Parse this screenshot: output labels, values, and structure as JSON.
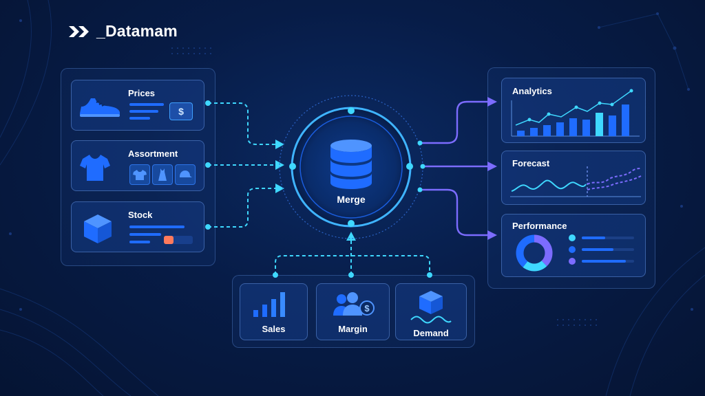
{
  "brand": {
    "name": "_Datamam",
    "icon": "double-chevron-icon"
  },
  "center": {
    "label": "Merge",
    "icon": "database-icon"
  },
  "inputs": [
    {
      "label": "Prices",
      "icon": "sneaker-icon",
      "badge": "$"
    },
    {
      "label": "Assortment",
      "icon": "tshirt-icon"
    },
    {
      "label": "Stock",
      "icon": "box-icon"
    }
  ],
  "bottom_inputs": [
    {
      "label": "Sales",
      "icon": "bar-chart-icon"
    },
    {
      "label": "Margin",
      "icon": "people-dollar-icon"
    },
    {
      "label": "Demand",
      "icon": "box-wave-icon"
    }
  ],
  "outputs": [
    {
      "label": "Analytics",
      "icon": "analytics-chart-icon"
    },
    {
      "label": "Forecast",
      "icon": "forecast-chart-icon"
    },
    {
      "label": "Performance",
      "icon": "donut-chart-icon"
    }
  ],
  "colors": {
    "accent": "#1f6cff",
    "cyan": "#3fd8ff",
    "violet": "#7c6cff",
    "background": "#071c47"
  }
}
